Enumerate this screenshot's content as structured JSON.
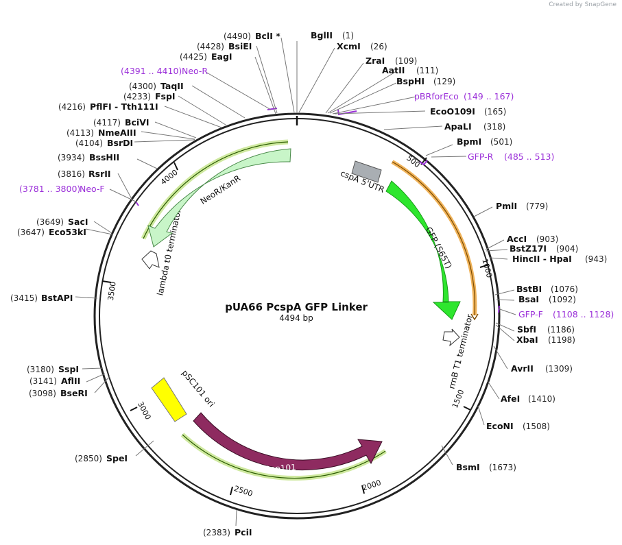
{
  "credit": "Created by SnapGene",
  "plasmid": {
    "name": "pUA66 PcspA GFP Linker",
    "size": "4494 bp"
  },
  "ticks": [
    "500",
    "1000",
    "1500",
    "2000",
    "2500",
    "3000",
    "3500",
    "4000"
  ],
  "features": [
    {
      "label": "cspA 5'UTR",
      "color": "#a9aeb3"
    },
    {
      "label": "GFP (S65T)",
      "color": "#2ee62e"
    },
    {
      "label": "rrnB T1 terminator",
      "color": "#ffffff"
    },
    {
      "label": "Rep101",
      "color": "#8e2b60"
    },
    {
      "label": "pSC101 ori",
      "color": "#ffff00"
    },
    {
      "label": "lambda t0 terminator",
      "color": "#ffffff"
    },
    {
      "label": "NeoR/KanR",
      "color": "#c8f5c8"
    }
  ],
  "sites": [
    {
      "name": "BglII",
      "pos": "(1)"
    },
    {
      "name": "XcmI",
      "pos": "(26)"
    },
    {
      "name": "ZraI",
      "pos": "(109)"
    },
    {
      "name": "AatII",
      "pos": "(111)"
    },
    {
      "name": "BspHI",
      "pos": "(129)"
    },
    {
      "name": "EcoO109I",
      "pos": "(165)"
    },
    {
      "name": "ApaLI",
      "pos": "(318)"
    },
    {
      "name": "BpmI",
      "pos": "(501)"
    },
    {
      "name": "PmlI",
      "pos": "(779)"
    },
    {
      "name": "AccI",
      "pos": "(903)"
    },
    {
      "name": "BstZ17I",
      "pos": "(904)"
    },
    {
      "name": "HincII  - HpaI",
      "pos": "(943)"
    },
    {
      "name": "BstBI",
      "pos": "(1076)"
    },
    {
      "name": "BsaI",
      "pos": "(1092)"
    },
    {
      "name": "SbfI",
      "pos": "(1186)"
    },
    {
      "name": "XbaI",
      "pos": "(1198)"
    },
    {
      "name": "AvrII",
      "pos": "(1309)"
    },
    {
      "name": "AfeI",
      "pos": "(1410)"
    },
    {
      "name": "EcoNI",
      "pos": "(1508)"
    },
    {
      "name": "BsmI",
      "pos": "(1673)"
    },
    {
      "name": "PciI",
      "pos": "(2383)"
    },
    {
      "name": "SpeI",
      "pos": "(2850)"
    },
    {
      "name": "BseRI",
      "pos": "(3098)"
    },
    {
      "name": "AflII",
      "pos": "(3141)"
    },
    {
      "name": "SspI",
      "pos": "(3180)"
    },
    {
      "name": "BstAPI",
      "pos": "(3415)"
    },
    {
      "name": "Eco53kI",
      "pos": "(3647)"
    },
    {
      "name": "SacI",
      "pos": "(3649)"
    },
    {
      "name": "RsrII",
      "pos": "(3816)"
    },
    {
      "name": "BssHII",
      "pos": "(3934)"
    },
    {
      "name": "BsrDI",
      "pos": "(4104)"
    },
    {
      "name": "NmeAIII",
      "pos": "(4113)"
    },
    {
      "name": "BciVI",
      "pos": "(4117)"
    },
    {
      "name": "PflFI  - Tth111I",
      "pos": "(4216)"
    },
    {
      "name": "FspI",
      "pos": "(4233)"
    },
    {
      "name": "TaqII",
      "pos": "(4300)"
    },
    {
      "name": "EagI",
      "pos": "(4425)"
    },
    {
      "name": "BsiEI",
      "pos": "(4428)"
    },
    {
      "name": "BclI *",
      "pos": "(4490)"
    }
  ],
  "primers": [
    {
      "name": "pBRforEco",
      "pos": "(149 .. 167)"
    },
    {
      "name": "GFP-R",
      "pos": "(485 .. 513)"
    },
    {
      "name": "GFP-F",
      "pos": "(1108 .. 1128)"
    },
    {
      "name": "Neo-F",
      "pos": "(3781 .. 3800)"
    },
    {
      "name": "Neo-R",
      "pos": "(4391 .. 4410)"
    }
  ]
}
